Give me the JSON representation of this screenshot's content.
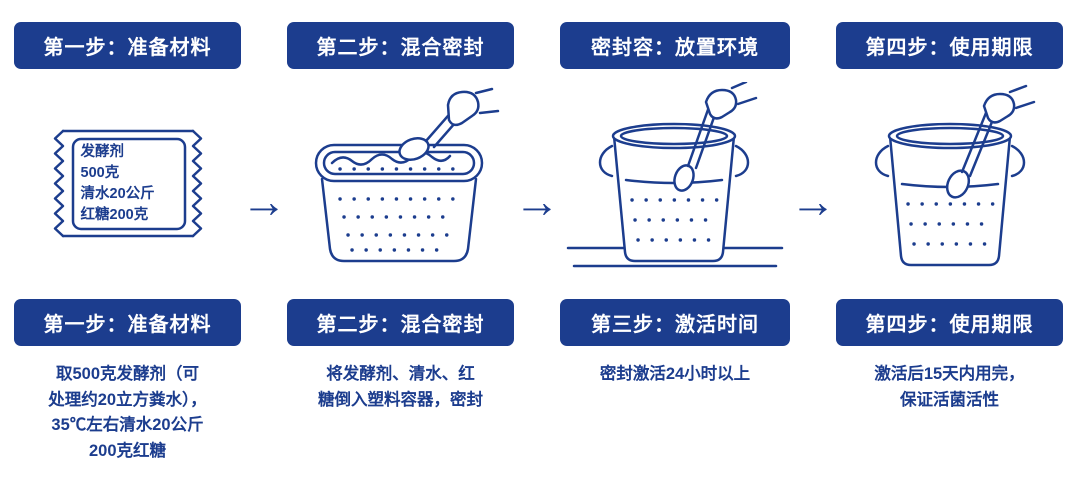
{
  "meta": {
    "accent_color": "#1c3d8e",
    "background_color": "#ffffff",
    "banner_text_color": "#ffffff"
  },
  "icons": {
    "arrow_right": "→"
  },
  "steps": [
    {
      "top_banner": "第一步：准备材料",
      "illustration": "fermentation-agent-packet",
      "packet_lines": [
        "发酵剂",
        "500克",
        "清水20公斤",
        "红糖200克"
      ],
      "bottom_banner": "第一步：准备材料",
      "description": "取500克发酵剂（可\n处理约20立方粪水），\n35℃左右清水20公斤\n200克红糖"
    },
    {
      "top_banner": "第二步：混合密封",
      "illustration": "mixing-container-with-spoon",
      "bottom_banner": "第二步：混合密封",
      "description": "将发酵剂、清水、红\n糖倒入塑料容器，密封"
    },
    {
      "top_banner": "密封容：放置环境",
      "illustration": "sealed-bucket-stirring",
      "bottom_banner": "第三步：激活时间",
      "description": "密封激活24小时以上"
    },
    {
      "top_banner": "第四步：使用期限",
      "illustration": "bucket-with-spoon",
      "bottom_banner": "第四步：使用期限",
      "description": "激活后15天内用完，\n保证活菌活性"
    }
  ]
}
